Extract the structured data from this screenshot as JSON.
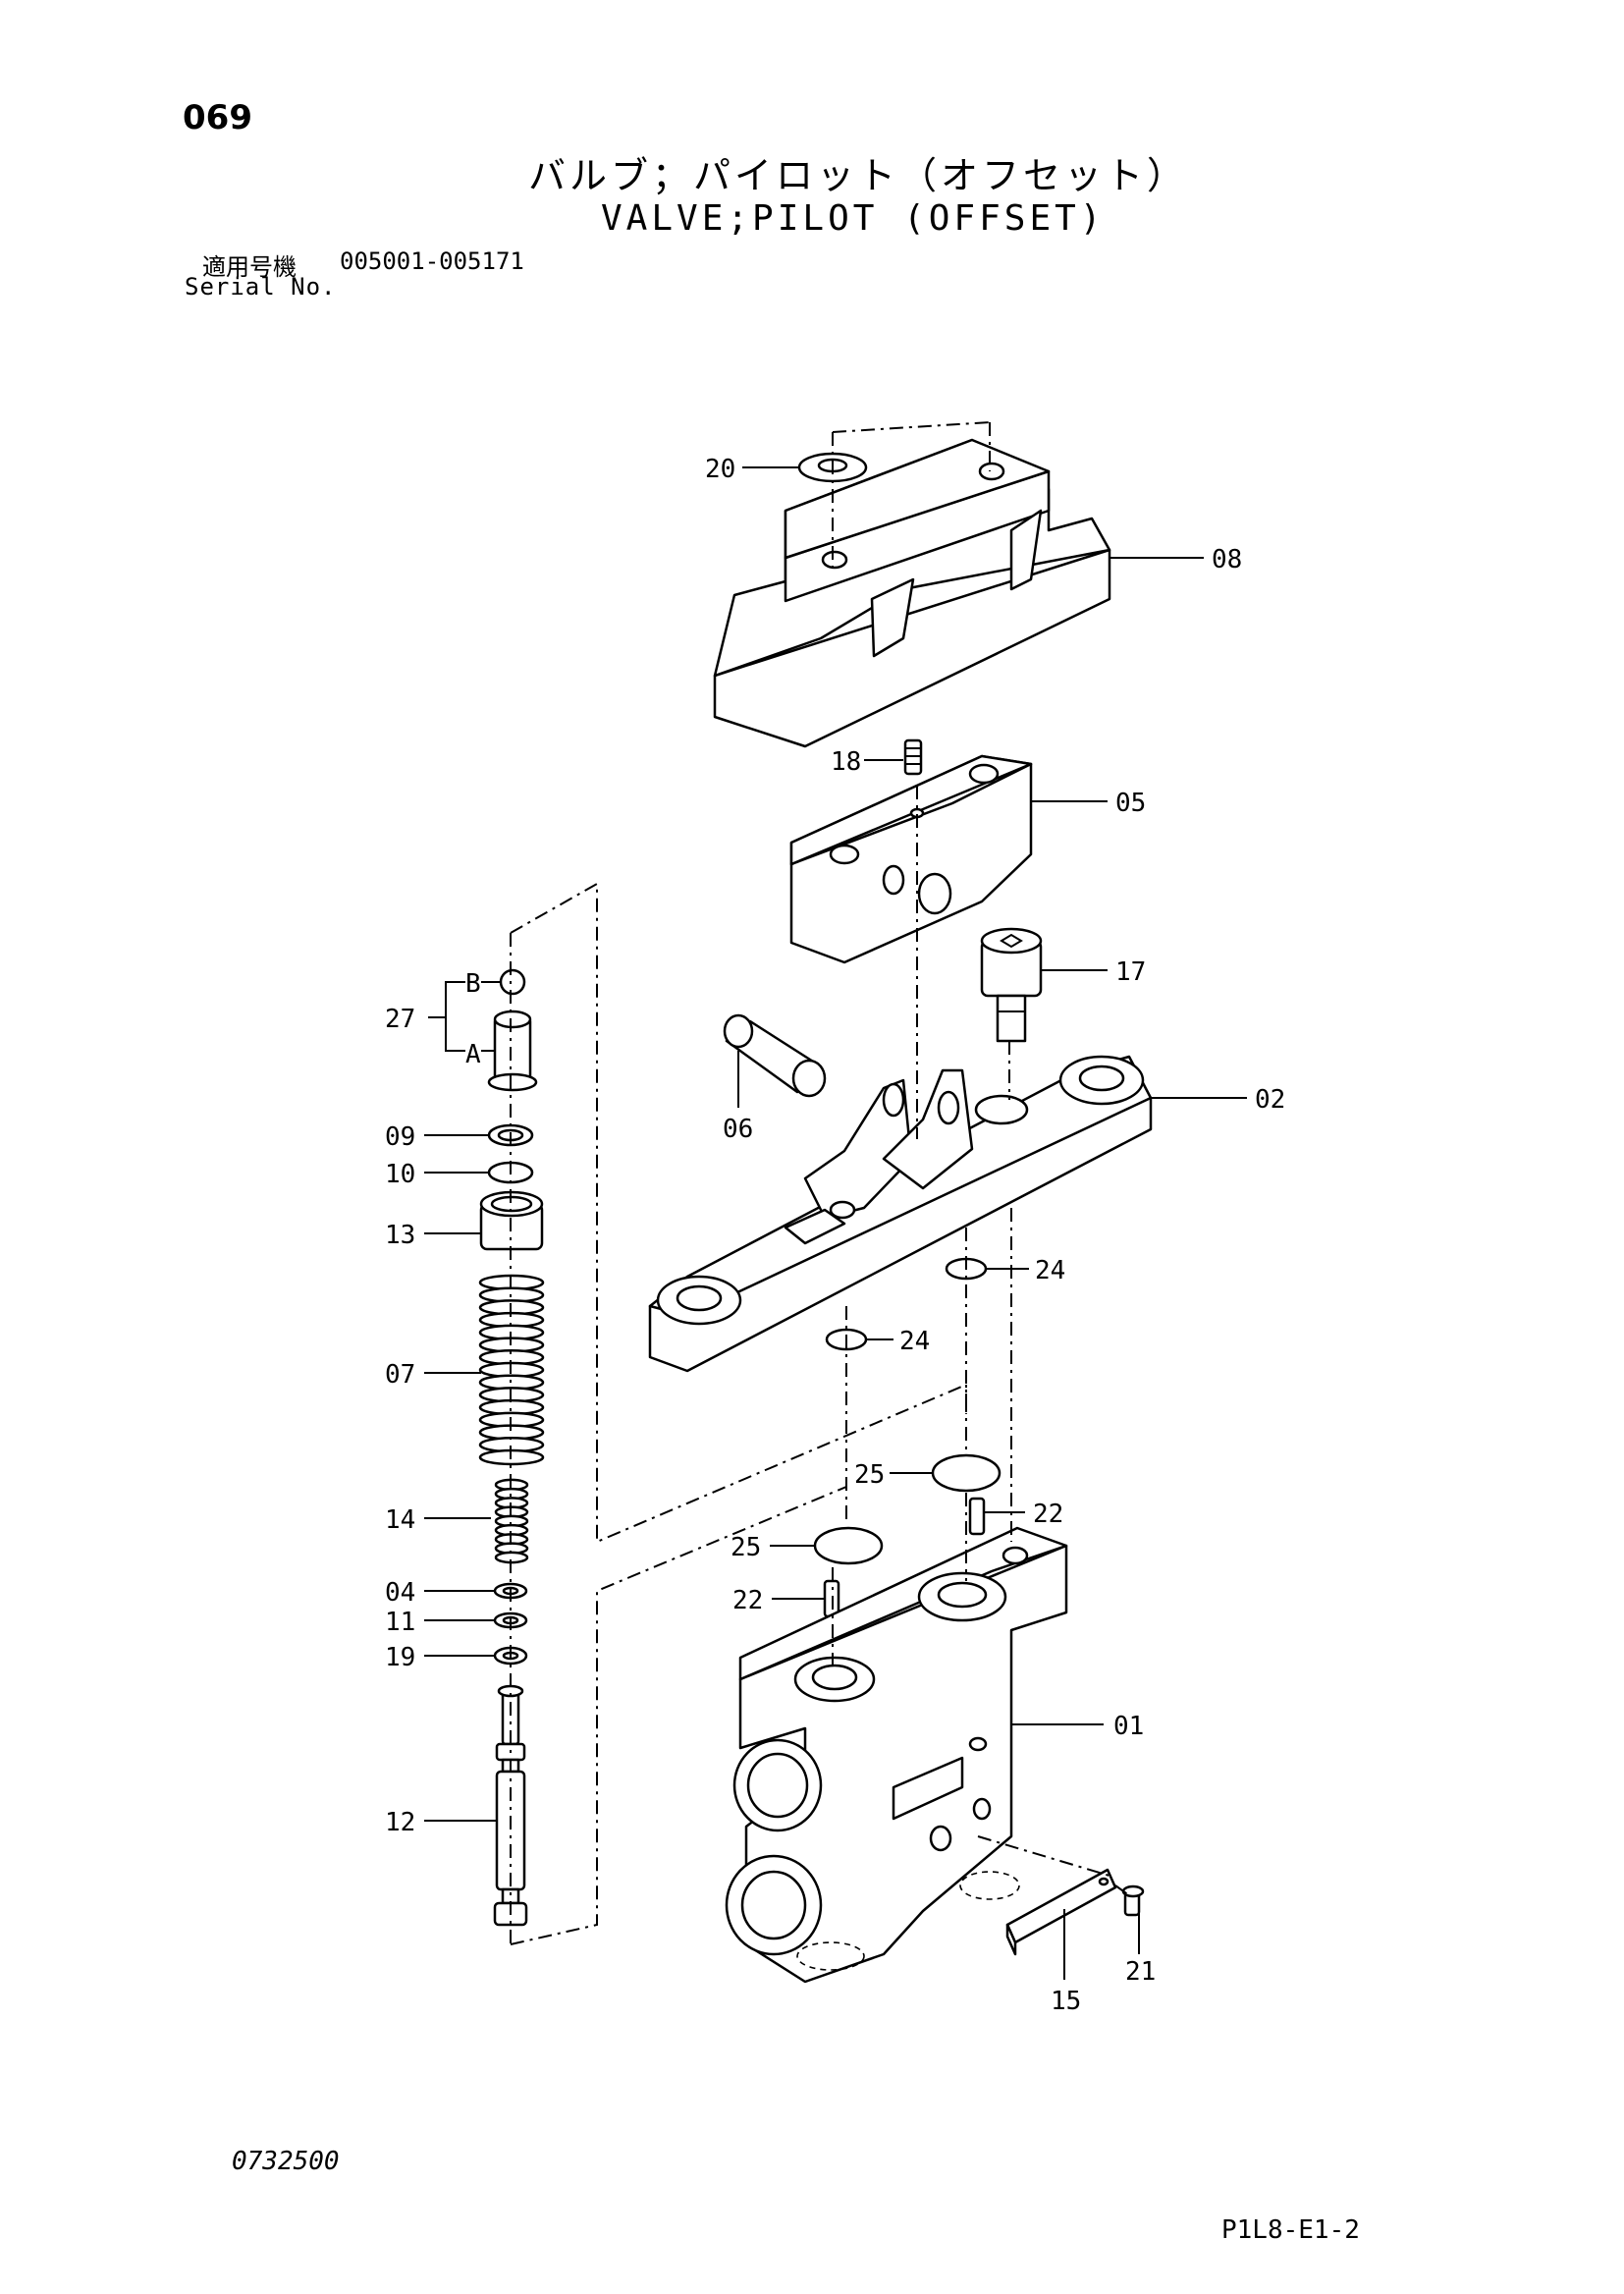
{
  "header": {
    "page_number": "069",
    "title_jp": "バルブ；パイロット（オフセット）",
    "title_en": "VALVE;PILOT (OFFSET)",
    "serial_label_jp": "適用号機",
    "serial_range": "005001-005171",
    "serial_label_en": "Serial No."
  },
  "diagram": {
    "callouts": [
      "20",
      "08",
      "18",
      "05",
      "17",
      "02",
      "06",
      "24",
      "24",
      "25",
      "25",
      "22",
      "22",
      "01",
      "21",
      "15",
      "27",
      "B",
      "A",
      "09",
      "10",
      "13",
      "07",
      "14",
      "04",
      "11",
      "19",
      "12"
    ]
  },
  "footer": {
    "drawing_number": "0732500",
    "figure_code": "P1L8-E1-2"
  }
}
